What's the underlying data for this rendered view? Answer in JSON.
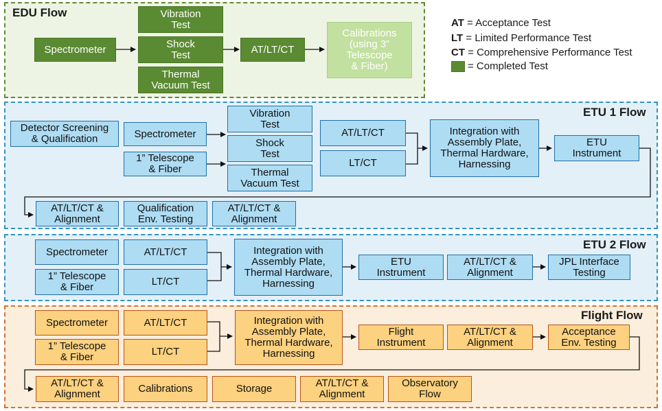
{
  "legend": {
    "at_abbr": "AT",
    "at_text": "= Acceptance Test",
    "lt_abbr": "LT",
    "lt_text": "= Limited Performance Test",
    "ct_abbr": "CT",
    "ct_text": "= Comprehensive Performance Test",
    "completed_text": "= Completed Test",
    "completed_color": "#5a8a32"
  },
  "colors": {
    "green": "#5a8a32",
    "light_green": "#c2e0a0",
    "blue": "#aedcf3",
    "orange": "#fcd17f"
  },
  "edu": {
    "title": "EDU Flow",
    "spectrometer": "Spectrometer",
    "vibration": "Vibration\nTest",
    "shock": "Shock\nTest",
    "thermal": "Thermal\nVacuum Test",
    "at_lt_ct": "AT/LT/CT",
    "calibrations": "Calibrations\n(using 3”\nTelescope\n& Fiber)"
  },
  "etu1": {
    "title": "ETU 1 Flow",
    "detector": "Detector Screening\n& Qualification",
    "spectrometer": "Spectrometer",
    "telescope": "1” Telescope\n& Fiber",
    "vibration": "Vibration\nTest",
    "shock": "Shock\nTest",
    "thermal": "Thermal\nVacuum Test",
    "at_lt_ct": "AT/LT/CT",
    "lt_ct": "LT/CT",
    "integration": "Integration with\nAssembly Plate,\nThermal Hardware,\nHarnessing",
    "instrument": "ETU\nInstrument",
    "align1": "AT/LT/CT &\nAlignment",
    "qual": "Qualification\nEnv. Testing",
    "align2": "AT/LT/CT &\nAlignment"
  },
  "etu2": {
    "title": "ETU 2 Flow",
    "spectrometer": "Spectrometer",
    "at_lt_ct": "AT/LT/CT",
    "telescope": "1” Telescope\n& Fiber",
    "lt_ct": "LT/CT",
    "integration": "Integration with\nAssembly Plate,\nThermal Hardware,\nHarnessing",
    "instrument": "ETU\nInstrument",
    "alignment": "AT/LT/CT &\nAlignment",
    "jpl": "JPL Interface\nTesting"
  },
  "flight": {
    "title": "Flight Flow",
    "spectrometer": "Spectrometer",
    "at_lt_ct": "AT/LT/CT",
    "telescope": "1” Telescope\n& Fiber",
    "lt_ct": "LT/CT",
    "integration": "Integration with\nAssembly Plate,\nThermal Hardware,\nHarnessing",
    "instrument": "Flight\nInstrument",
    "alignment": "AT/LT/CT &\nAlignment",
    "acceptance": "Acceptance\nEnv. Testing",
    "align_b": "AT/LT/CT &\nAlignment",
    "calibrations": "Calibrations",
    "storage": "Storage",
    "align_c": "AT/LT/CT &\nAlignment",
    "observatory": "Observatory\nFlow"
  }
}
